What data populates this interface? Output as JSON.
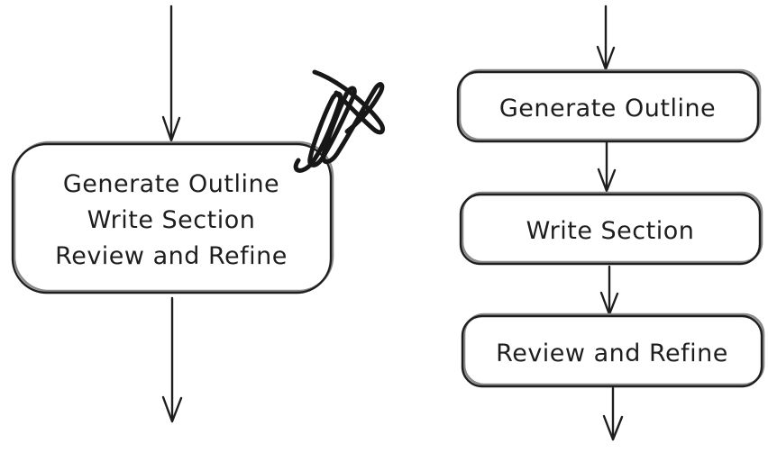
{
  "colors": {
    "stroke": "#1e1e1e",
    "background": "#ffffff"
  },
  "left_diagram": {
    "description": "single merged node with three steps, crossed out with a scribble",
    "node_lines": [
      "Generate Outline",
      "Write Section",
      "Review and Refine"
    ],
    "annotation_icon": "scribble-icon",
    "arrows": [
      "arrow-down-icon",
      "arrow-down-icon"
    ]
  },
  "right_diagram": {
    "description": "vertical flow of three separate nodes",
    "nodes": [
      "Generate Outline",
      "Write Section",
      "Review and Refine"
    ],
    "arrows": [
      "arrow-down-icon",
      "arrow-down-icon",
      "arrow-down-icon",
      "arrow-down-icon"
    ]
  }
}
